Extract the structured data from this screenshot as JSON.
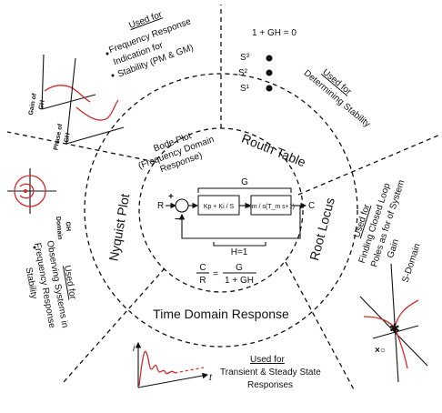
{
  "center": {
    "R": "R",
    "C": "C",
    "plus": "+",
    "minus": "−",
    "G": "G",
    "kp_block": "Kp + Ki / S",
    "km_block": "Km / s(T_m s+1)",
    "H": "H=1",
    "tf_left_num": "C",
    "tf_left_den": "R",
    "tf_eq": "=",
    "tf_right_num": "G",
    "tf_right_den": "1 + GH"
  },
  "sectors": {
    "bode": {
      "title": [
        "Bode Plot",
        "(Frequency Domain",
        "Response)"
      ],
      "gain_axis": [
        "Gain of",
        "GH"
      ],
      "phase_axis": [
        "Phase of",
        "GH"
      ]
    },
    "routh": {
      "title": "Routh Table",
      "eq": "1 + GH = 0",
      "rows": [
        "S³",
        "S²",
        "S¹"
      ]
    },
    "root_locus": {
      "title": "Root Locus",
      "domain_label": "S-Domain"
    },
    "time_domain": {
      "title": "Time Domain Response",
      "axis_y": "i",
      "axis_x": "t"
    },
    "nyquist": {
      "title": "Nyquist Plot",
      "domain_label": [
        "GH",
        "Domain"
      ]
    }
  },
  "used_for": {
    "bode": {
      "heading": "Used for",
      "items": [
        "Frequency Response",
        "Indication for",
        "Stability (PM & GM)"
      ]
    },
    "routh": {
      "heading": "Used for",
      "text": "Determining Stability"
    },
    "root_locus": {
      "heading": "Used for",
      "text": [
        "Finding Closed Loop",
        "Poles as for of System",
        "Gain"
      ]
    },
    "time_domain": {
      "heading": "Used for",
      "text": [
        "Transient & Steady State",
        "Responses"
      ]
    },
    "nyquist": {
      "heading": "Used for",
      "text": [
        "Observing Systems in",
        "Frequency Response",
        "Stability"
      ]
    }
  }
}
